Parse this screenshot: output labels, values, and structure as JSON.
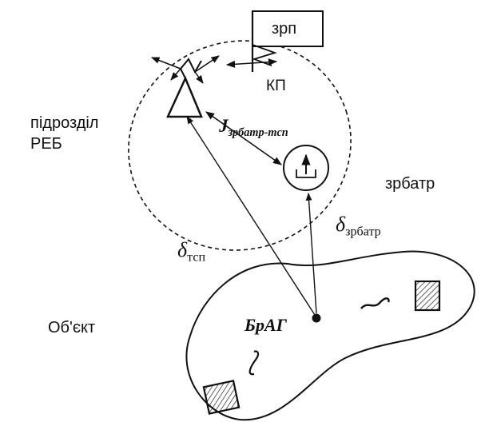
{
  "labels": {
    "zrp": "зрп",
    "kp": "КП",
    "unit_line1": "підрозділ",
    "unit_line2": "РЕБ",
    "zrbatr": "зрбатр",
    "object": "Об'єкт",
    "braig": "БрАГ",
    "j_symbol": "J",
    "j_sub": "зрбатр-тсп",
    "delta_symbol": "δ",
    "delta_zrbatr_sub": "зрбатр",
    "delta_tsp_sub": "тсп"
  },
  "colors": {
    "ink": "#111111",
    "background": "#ffffff"
  },
  "icons": [
    "flag-icon",
    "jammer-station-icon",
    "radar-station-icon",
    "target-squiggle-icon",
    "hatched-square-icon"
  ]
}
